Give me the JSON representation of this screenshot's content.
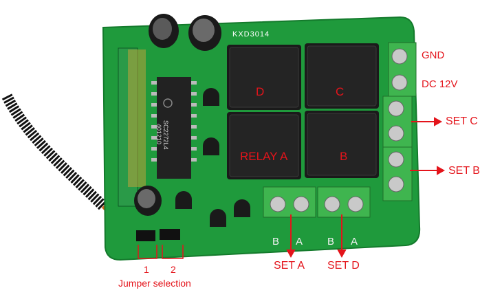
{
  "board": {
    "model_label": "KXD3014",
    "chip_label_1": "SC2272L4",
    "chip_label_2": "401210"
  },
  "relays": {
    "label_d": "D",
    "label_c": "C",
    "label_a": "RELAY A",
    "label_b": "B"
  },
  "terminals": {
    "gnd": "GND",
    "dc": "DC 12V",
    "set_c": "SET C",
    "set_b": "SET B",
    "set_a": "SET A",
    "set_d": "SET D"
  },
  "silkscreen": {
    "set_a_b": "B",
    "set_a_a": "A",
    "set_d_b": "B",
    "set_d_a": "A"
  },
  "jumpers": {
    "num_1": "1",
    "num_2": "2",
    "caption": "Jumper selection"
  },
  "colors": {
    "pcb": "#1f9a3c",
    "relay": "#1a1a1a",
    "terminal": "#3fb54f",
    "annotation": "#e4141b"
  }
}
